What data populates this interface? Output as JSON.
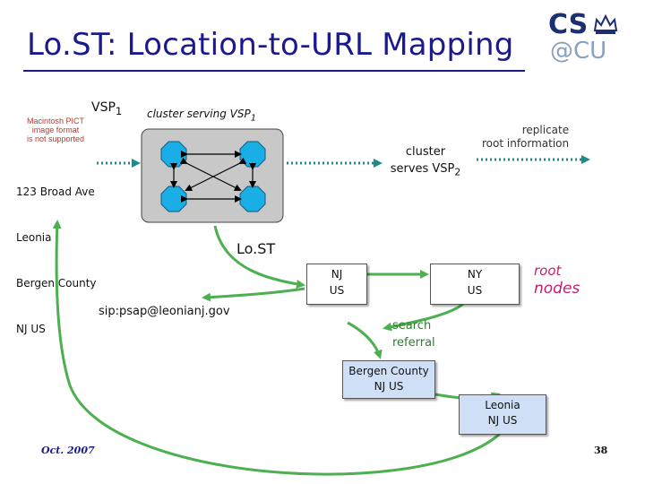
{
  "title": "Lo.ST: Location-to-URL Mapping",
  "logo": {
    "line1": "CS",
    "line2": "@CU"
  },
  "pict_placeholder": [
    "Macintosh PICT",
    "image format",
    "is not supported"
  ],
  "vsp1": "VSP",
  "vsp1_sub": "1",
  "cluster_serving_prefix": "cluster serving VSP",
  "cluster_serving_sub": "1",
  "address": [
    "123 Broad Ave",
    "Leonia",
    "Bergen County",
    "NJ US"
  ],
  "replicate": [
    "replicate",
    "root information"
  ],
  "cluster2": {
    "line1": "cluster",
    "line2_prefix": "serves VSP",
    "line2_sub": "2"
  },
  "lost_label": "Lo.ST",
  "nodes": {
    "nj": [
      "NJ",
      "US"
    ],
    "ny": [
      "NY",
      "US"
    ],
    "bergen": [
      "Bergen County",
      "NJ US"
    ],
    "leonia": [
      "Leonia",
      "NJ US"
    ]
  },
  "sip_uri": "sip:psap@leonianj.gov",
  "search_referral": [
    "search",
    "referral"
  ],
  "root_label": {
    "line1": "root",
    "line2": "nodes"
  },
  "footer": {
    "date": "Oct. 2007",
    "page": "38"
  },
  "colors": {
    "title": "#1a1a8c",
    "green_arrow": "#4caf50",
    "dotted_arrow": "#1f8a8a",
    "octagon": "#19aee6",
    "root_text": "#c21f6e",
    "blue_box": "#cfe0f6"
  }
}
